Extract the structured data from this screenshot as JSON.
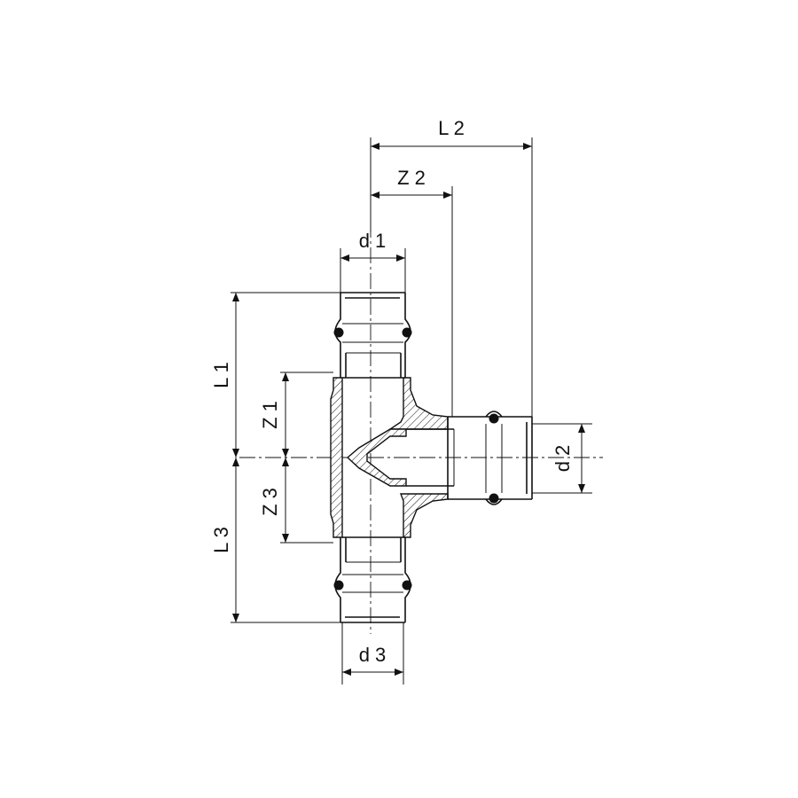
{
  "figure": {
    "type": "technical drawing",
    "labels": {
      "L1": "L 1",
      "L2": "L 2",
      "L3": "L 3",
      "Z1": "Z 1",
      "Z2": "Z 2",
      "Z3": "Z 3",
      "d1": "d 1",
      "d2": "d 2",
      "d3": "d 3"
    }
  }
}
